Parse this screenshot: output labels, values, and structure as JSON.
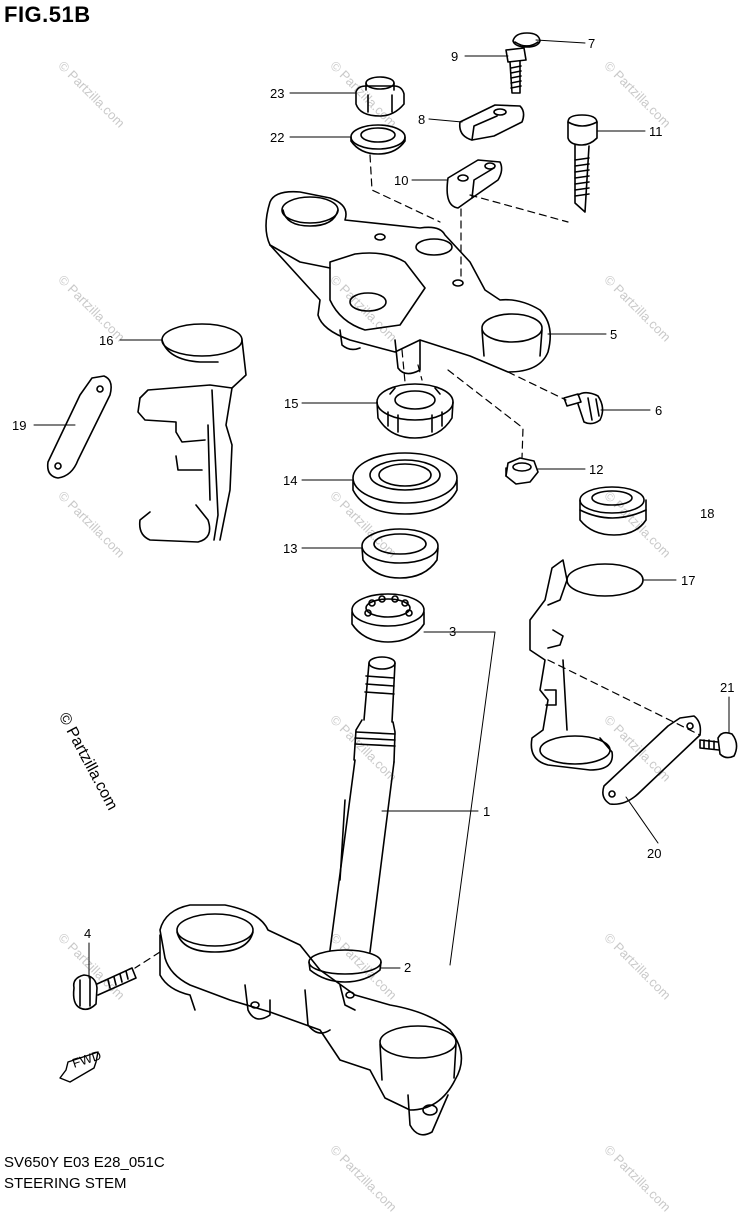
{
  "figure": {
    "title": "FIG.51B",
    "model_code": "SV650Y E03 E28_051C",
    "caption": "STEERING STEM",
    "copyright": "© Partzilla.com",
    "watermark": "© Partzilla.com",
    "fwd_label": "FWD"
  },
  "callouts": [
    {
      "id": "1"
    },
    {
      "id": "2"
    },
    {
      "id": "3"
    },
    {
      "id": "4"
    },
    {
      "id": "5"
    },
    {
      "id": "6"
    },
    {
      "id": "7"
    },
    {
      "id": "8"
    },
    {
      "id": "9"
    },
    {
      "id": "10"
    },
    {
      "id": "11"
    },
    {
      "id": "12"
    },
    {
      "id": "13"
    },
    {
      "id": "14"
    },
    {
      "id": "15"
    },
    {
      "id": "16"
    },
    {
      "id": "17"
    },
    {
      "id": "18"
    },
    {
      "id": "19"
    },
    {
      "id": "20"
    },
    {
      "id": "21"
    },
    {
      "id": "22"
    },
    {
      "id": "23"
    }
  ],
  "colors": {
    "ink": "#000000",
    "watermark": "#c9c9c9",
    "background": "#ffffff"
  }
}
